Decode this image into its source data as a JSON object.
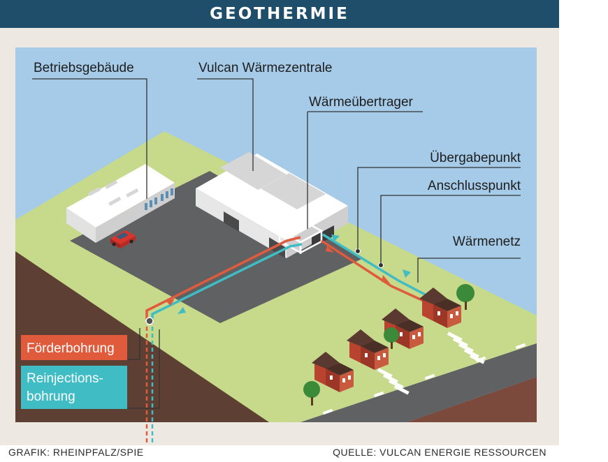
{
  "header": {
    "title": "GEOTHERMIE"
  },
  "labels": {
    "betriebsgebaeude": "Betriebsgebäude",
    "waermezentrale": "Vulcan Wärmezentrale",
    "waermeuebertrager": "Wärmeübertrager",
    "uebergabepunkt": "Übergabepunkt",
    "anschlusspunkt": "Anschlusspunkt",
    "waermenetz": "Wärmenetz",
    "foerderbohrung": "Förderbohrung",
    "reinjection_line1": "Reinjections-",
    "reinjection_line2": "bohrung"
  },
  "footer": {
    "credit": "GRAFIK: RHEINPFALZ/SPIE",
    "source": "QUELLE: VULCAN ENERGIE RESSOURCEN"
  },
  "colors": {
    "header": "#1f4e6b",
    "sky": "#a6cbe8",
    "grass": "#c7d98a",
    "soil": "#5e3f33",
    "asphalt": "#5f6163",
    "hot_pipe": "#e05a3c",
    "cold_pipe": "#3fbcc4",
    "foerder_tag": "#e05a3c",
    "reinjection_tag": "#3fbcc4"
  }
}
